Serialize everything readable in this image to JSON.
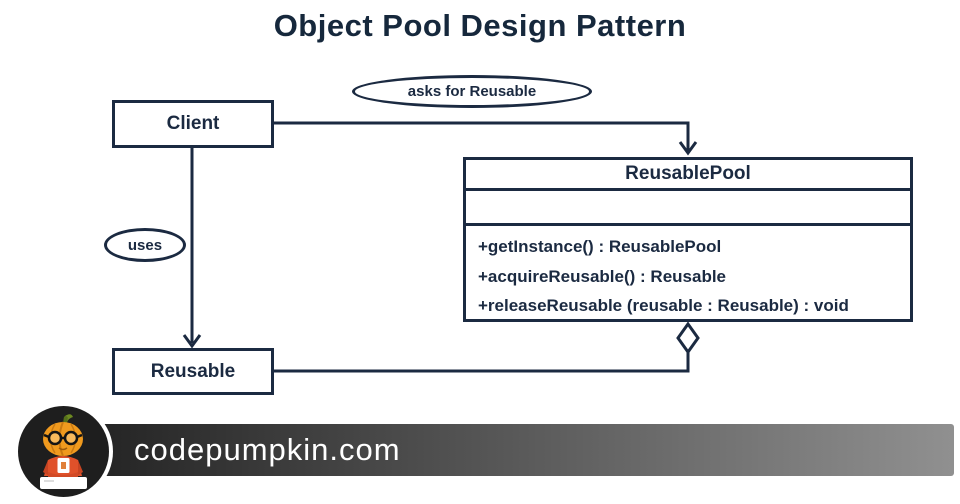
{
  "title": "Object Pool Design Pattern",
  "diagram": {
    "client": {
      "label": "Client"
    },
    "reusable": {
      "label": "Reusable"
    },
    "pool": {
      "name": "ReusablePool",
      "attributes": [],
      "methods": [
        "+getInstance() : ReusablePool",
        "+acquireReusable() : Reusable",
        "+releaseReusable (reusable : Reusable) : void"
      ]
    },
    "relations": {
      "asks_label": "asks for Reusable",
      "uses_label": "uses",
      "client_to_pool": "directed arrow",
      "client_to_reusable": "directed arrow",
      "pool_to_reusable": "aggregation (open diamond at ReusablePool)"
    }
  },
  "footer": {
    "site": "codepumpkin.com",
    "mascot": "pumpkin-head character icon"
  },
  "colors": {
    "diagram_ink": "#1b2a41",
    "title_ink": "#16283c",
    "background": "#ffffff",
    "banner_gradient_left": "#232323",
    "banner_gradient_right": "#909090",
    "banner_text": "#ffffff",
    "avatar_bg": "#1e1e1e",
    "pumpkin_orange": "#f09a1e"
  }
}
